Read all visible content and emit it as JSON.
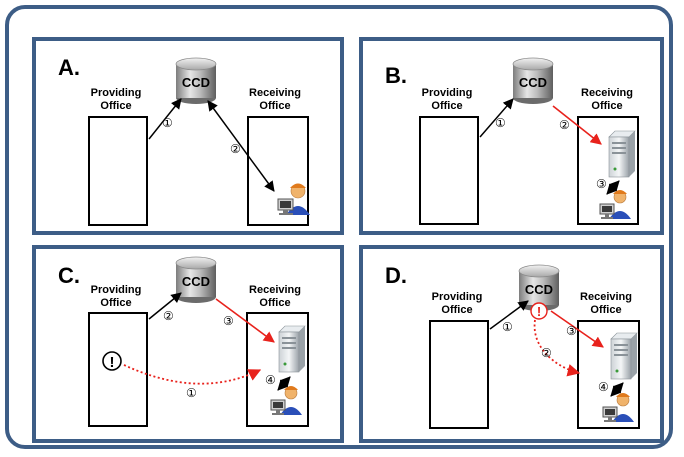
{
  "colors": {
    "frame": "#3d5d86",
    "red_arrow": "#e8221c",
    "black_arrow": "#000000"
  },
  "labels": {
    "database": "CCD",
    "providing_office": [
      "Providing",
      "Office"
    ],
    "receiving_office": [
      "Receiving",
      "Office"
    ],
    "alert_symbol": "!"
  },
  "panels": [
    {
      "label": "A.",
      "steps": [
        "①",
        "②"
      ]
    },
    {
      "label": "B.",
      "steps": [
        "①",
        "②",
        "③"
      ]
    },
    {
      "label": "C.",
      "steps": [
        "①",
        "②",
        "③",
        "④"
      ]
    },
    {
      "label": "D.",
      "steps": [
        "①",
        "②",
        "③",
        "④"
      ]
    }
  ],
  "icons": [
    "database-icon",
    "server-icon",
    "user-at-computer-icon",
    "alert-icon"
  ]
}
